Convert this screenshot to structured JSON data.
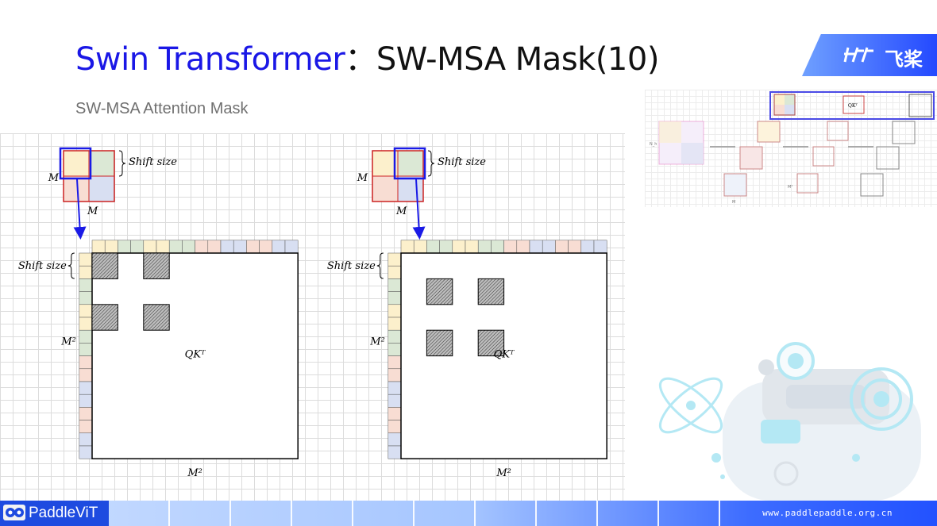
{
  "title": {
    "part1": "Swin Transformer",
    "separator": "：",
    "part2": "SW-MSA Mask(10)"
  },
  "subtitle": "SW-MSA Attention Mask",
  "logo": {
    "text": "飞桨"
  },
  "labels": {
    "shift_size": "Shift size",
    "M": "M",
    "M2": "M²",
    "QKT": "QKᵀ"
  },
  "thumbnail": {
    "qkt": "QKᵀ",
    "n_label": "N_h",
    "m2": "M²",
    "m": "M"
  },
  "footer": {
    "brand": "PaddleViT",
    "url": "www.paddlepaddle.org.cn"
  },
  "colors": {
    "title_blue": "#1a17e6",
    "window_yellow": "#fcf0cc",
    "window_green": "#dbe8d5",
    "window_red": "#f8ddd3",
    "window_blue": "#d8dff2",
    "window_border": "#cc2222",
    "highlight": "#1a1ae6",
    "hatched": "#666666"
  },
  "diagrams": [
    {
      "id": "left",
      "highlight_quadrant": "top-left",
      "top_strip": [
        "y",
        "y",
        "g",
        "g",
        "y",
        "y",
        "g",
        "g",
        "r",
        "r",
        "b",
        "b",
        "r",
        "r",
        "b",
        "b"
      ],
      "left_strip": [
        "y",
        "y",
        "g",
        "g",
        "y",
        "y",
        "g",
        "g",
        "r",
        "r",
        "b",
        "b",
        "r",
        "r",
        "b",
        "b"
      ],
      "hatched_blocks": [
        [
          0,
          0
        ],
        [
          0,
          1
        ],
        [
          1,
          0
        ],
        [
          1,
          1
        ]
      ]
    },
    {
      "id": "right",
      "highlight_quadrant": "top-right",
      "top_strip": [
        "y",
        "y",
        "g",
        "g",
        "y",
        "y",
        "g",
        "g",
        "r",
        "r",
        "b",
        "b",
        "r",
        "r",
        "b",
        "b"
      ],
      "left_strip": [
        "y",
        "y",
        "g",
        "g",
        "y",
        "y",
        "g",
        "g",
        "r",
        "r",
        "b",
        "b",
        "r",
        "r",
        "b",
        "b"
      ],
      "hatched_blocks": [
        [
          0,
          0
        ],
        [
          0,
          1
        ],
        [
          1,
          0
        ],
        [
          1,
          1
        ]
      ]
    }
  ]
}
